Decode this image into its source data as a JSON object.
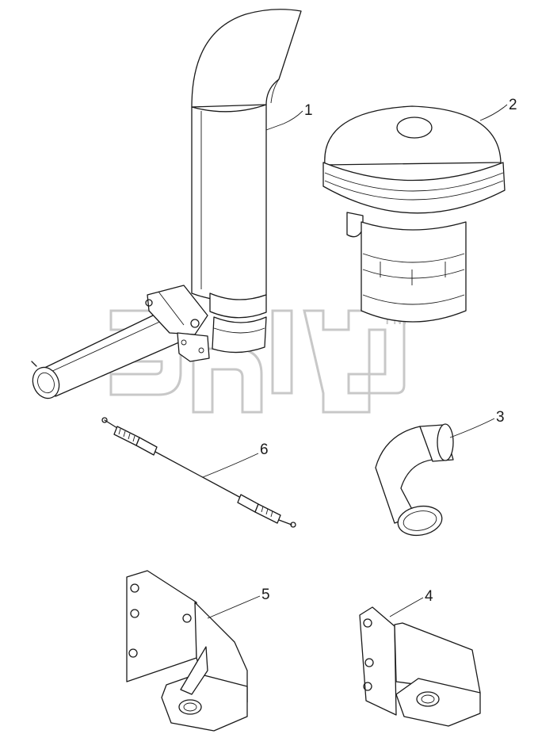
{
  "diagram": {
    "callouts": [
      "1",
      "2",
      "3",
      "4",
      "5",
      "6"
    ],
    "watermark_mark": "TM"
  }
}
